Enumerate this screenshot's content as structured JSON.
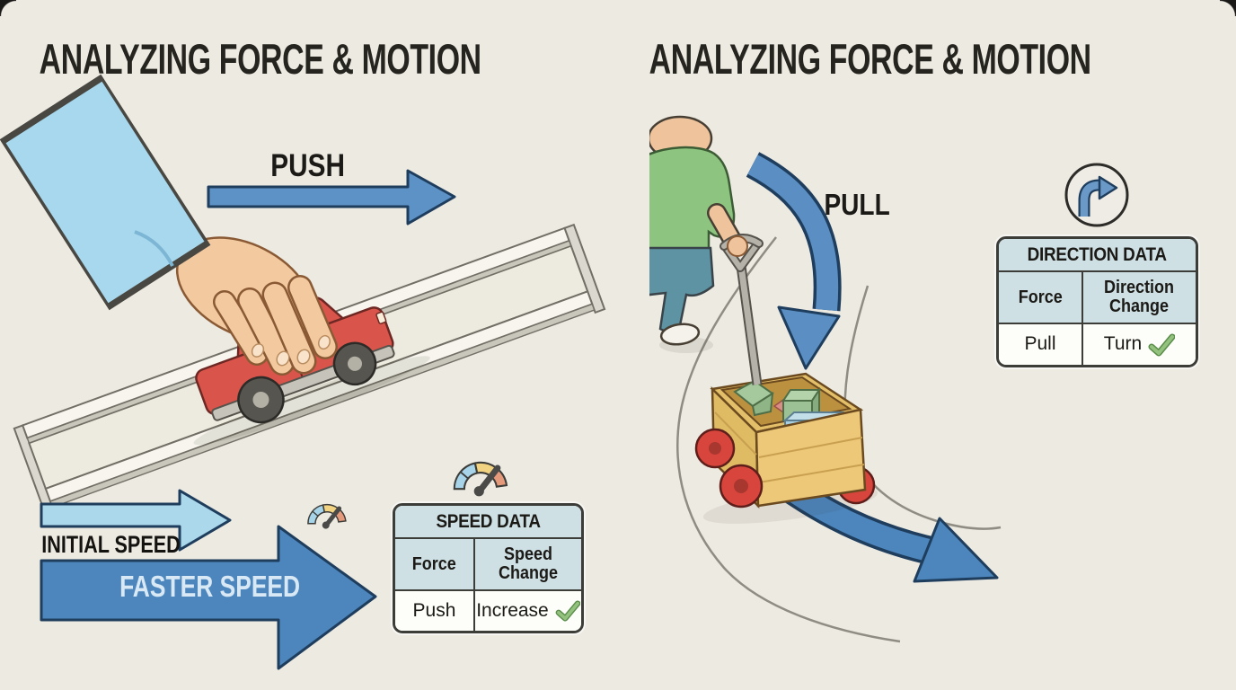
{
  "left_panel": {
    "title": "ANALYZING FORCE & MOTION",
    "push_label": "PUSH",
    "initial_speed_label": "INITIAL SPEED",
    "faster_speed_label": "FASTER SPEED",
    "speed_table": {
      "title": "SPEED DATA",
      "columns": [
        "Force",
        "Speed Change"
      ],
      "rows": [
        {
          "force": "Push",
          "change": "Increase",
          "check": true
        }
      ]
    }
  },
  "right_panel": {
    "title": "ANALYZING FORCE & MOTION",
    "pull_label": "PULL",
    "direction_table": {
      "title": "DIRECTION DATA",
      "columns": [
        "Force",
        "Direction Change"
      ],
      "rows": [
        {
          "force": "Pull",
          "change": "Turn",
          "check": true
        }
      ]
    }
  },
  "icons": {
    "speedometer_small": "speedometer-icon",
    "speedometer_large": "speedometer-icon",
    "turn_sign": "turn-arrow-icon",
    "check": "check-icon"
  },
  "colors": {
    "background": "#edeae2",
    "title_text": "#26241f",
    "arrow_blue": "#4d86bd",
    "arrow_blue_light": "#abd8ea",
    "arrow_outline": "#1f3e5e",
    "table_header_bg": "#cfe0e5",
    "table_border": "#3c3c38",
    "check_green": "#78ab66",
    "gauge_blue": "#a8d4ea",
    "gauge_yellow": "#f2d381",
    "gauge_red": "#e59a7c",
    "car_red": "#d9544b",
    "wagon_wood": "#edc878",
    "shirt_green": "#8dc47f"
  }
}
